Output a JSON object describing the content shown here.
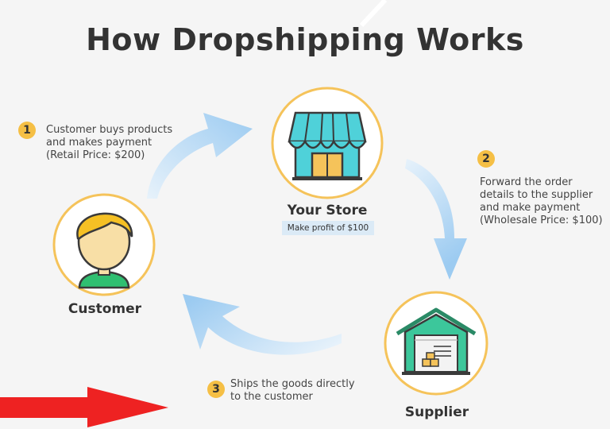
{
  "title": "How Dropshipping Works",
  "nodes": {
    "store": {
      "label": "Your Store",
      "note": "Make profit of $100",
      "icon": "storefront-icon"
    },
    "customer": {
      "label": "Customer",
      "icon": "customer-avatar-icon"
    },
    "supplier": {
      "label": "Supplier",
      "icon": "warehouse-icon"
    }
  },
  "steps": [
    {
      "number": "1",
      "text": "Customer buys products\nand makes payment\n(Retail Price: $200)"
    },
    {
      "number": "2",
      "text": "Forward the order\ndetails to the supplier\nand make payment\n(Wholesale Price: $100)"
    },
    {
      "number": "3",
      "text": "Ships the goods directly\nto the customer"
    }
  ],
  "colors": {
    "title": "#333333",
    "ring": "#f5c35a",
    "badge": "#f5bf45",
    "arrow": "#a9d2f2",
    "store_teal": "#4fd1d9",
    "warehouse_green": "#3cc79b",
    "highlight_red": "#ee2222"
  }
}
